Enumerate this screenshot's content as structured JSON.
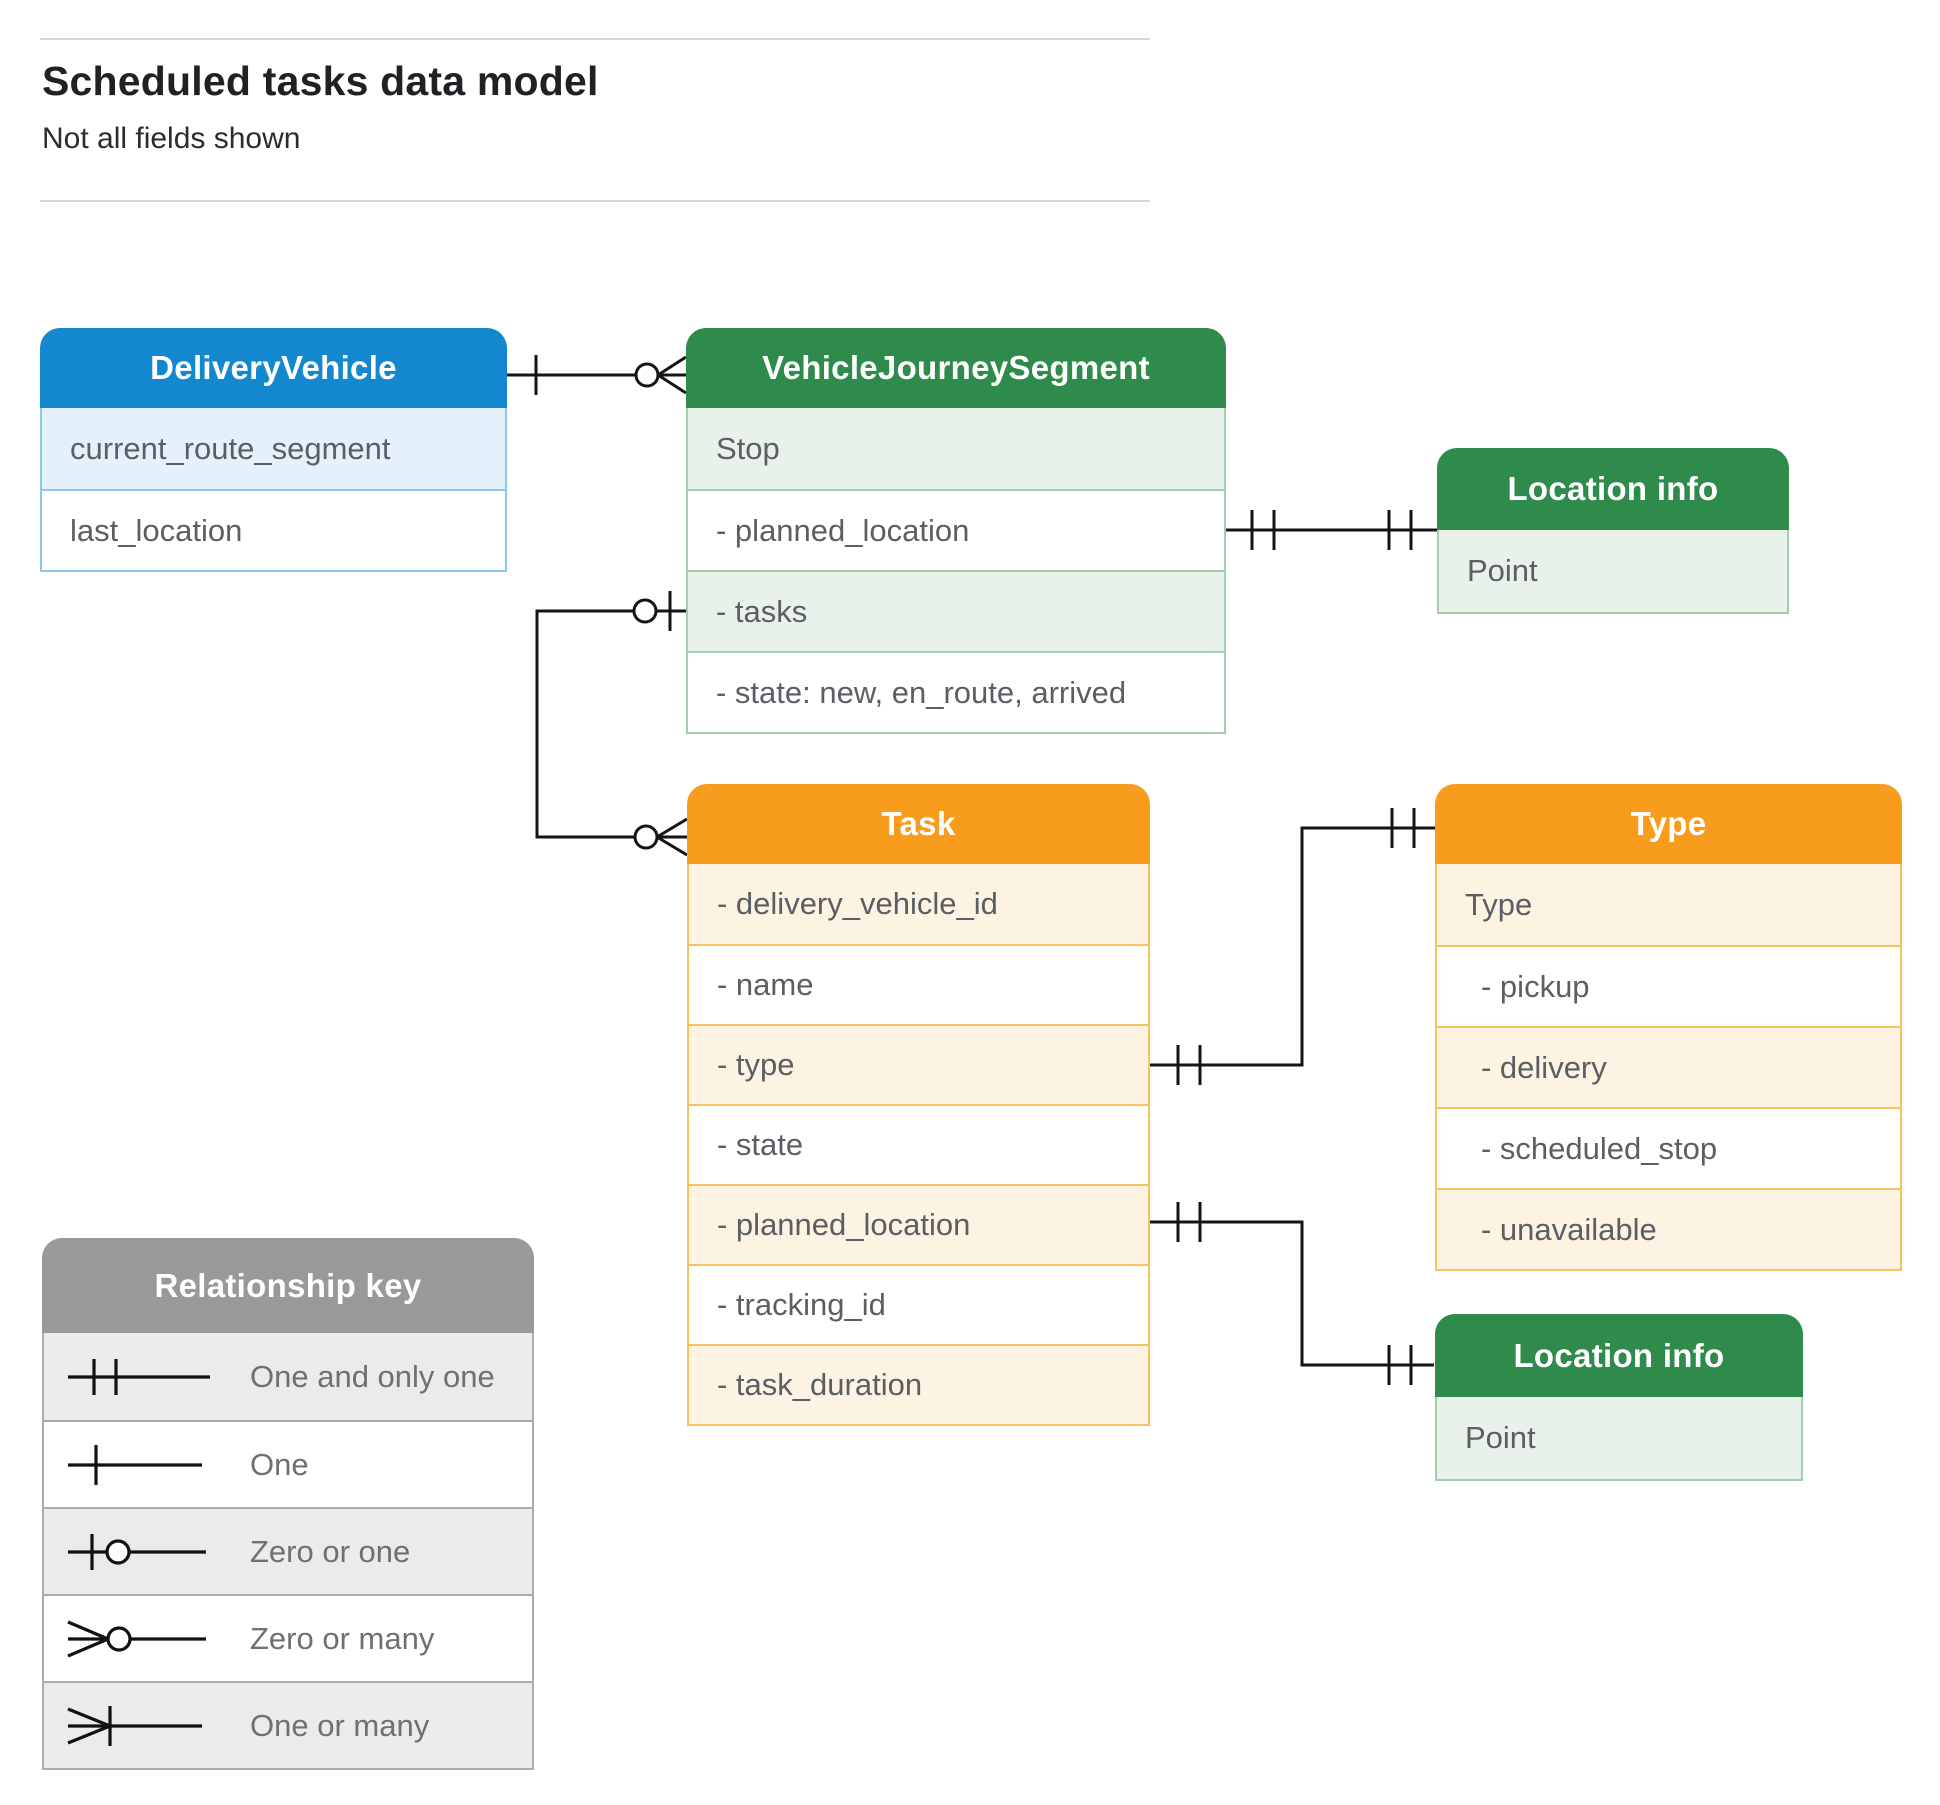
{
  "page": {
    "title": "Scheduled tasks data model",
    "subtitle": "Not all fields shown"
  },
  "entities": {
    "delivery_vehicle": {
      "title": "DeliveryVehicle",
      "rows": [
        "current_route_segment",
        "last_location"
      ]
    },
    "vehicle_journey_segment": {
      "title": "VehicleJourneySegment",
      "rows": [
        "Stop",
        "- planned_location",
        "- tasks",
        "- state: new, en_route, arrived"
      ]
    },
    "location_info_top": {
      "title": "Location info",
      "rows": [
        "Point"
      ]
    },
    "task": {
      "title": "Task",
      "rows": [
        "- delivery_vehicle_id",
        "- name",
        "- type",
        "- state",
        "- planned_location",
        "- tracking_id",
        "- task_duration"
      ]
    },
    "type": {
      "title": "Type",
      "rows": [
        "Type",
        "- pickup",
        "- delivery",
        "- scheduled_stop",
        "- unavailable"
      ]
    },
    "location_info_bottom": {
      "title": "Location info",
      "rows": [
        "Point"
      ]
    }
  },
  "relationships": [
    {
      "from": "DeliveryVehicle",
      "to": "VehicleJourneySegment",
      "from_cardinality": "one",
      "to_cardinality": "zero-or-many"
    },
    {
      "from": "VehicleJourneySegment.tasks",
      "to": "Task",
      "from_cardinality": "zero-or-one",
      "to_cardinality": "zero-or-many"
    },
    {
      "from": "VehicleJourneySegment.planned_location",
      "to": "Location info",
      "from_cardinality": "one-and-only-one",
      "to_cardinality": "one-and-only-one"
    },
    {
      "from": "Task.type",
      "to": "Type",
      "from_cardinality": "one-and-only-one",
      "to_cardinality": "one-and-only-one"
    },
    {
      "from": "Task.planned_location",
      "to": "Location info",
      "from_cardinality": "one-and-only-one",
      "to_cardinality": "one-and-only-one"
    }
  ],
  "legend": {
    "title": "Relationship key",
    "rows": [
      {
        "symbol": "one-and-only-one",
        "label": "One and only one"
      },
      {
        "symbol": "one",
        "label": "One"
      },
      {
        "symbol": "zero-or-one",
        "label": "Zero or one"
      },
      {
        "symbol": "zero-or-many",
        "label": "Zero or many"
      },
      {
        "symbol": "one-or-many",
        "label": "One or many"
      }
    ]
  },
  "colors": {
    "blue_header": "#1488cf",
    "blue_shade": "#e4f1fb",
    "green_header": "#2e8b4b",
    "green_shade": "#e8f2eb",
    "orange_header": "#f89c1e",
    "orange_shade": "#fdf3e2",
    "gray_header": "#999999",
    "gray_shade": "#ebebeb",
    "connector": "#141414",
    "row_text": "#5b5f63"
  }
}
